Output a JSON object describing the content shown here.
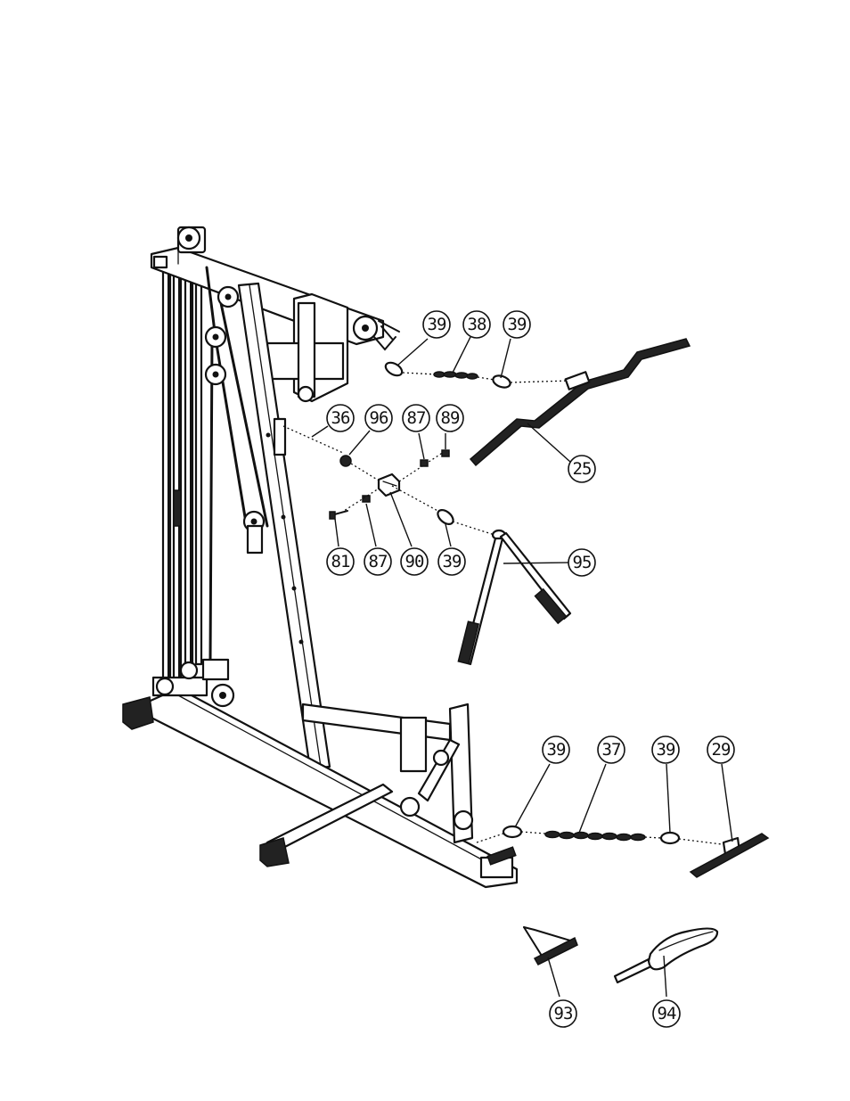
{
  "callouts": {
    "c39a": "39",
    "c38": "38",
    "c39b": "39",
    "c36": "36",
    "c96": "96",
    "c87a": "87",
    "c89": "89",
    "c25": "25",
    "c81": "81",
    "c87b": "87",
    "c90": "90",
    "c39c": "39",
    "c95": "95",
    "c39d": "39",
    "c37": "37",
    "c39e": "39",
    "c29": "29",
    "c93": "93",
    "c94": "94"
  }
}
